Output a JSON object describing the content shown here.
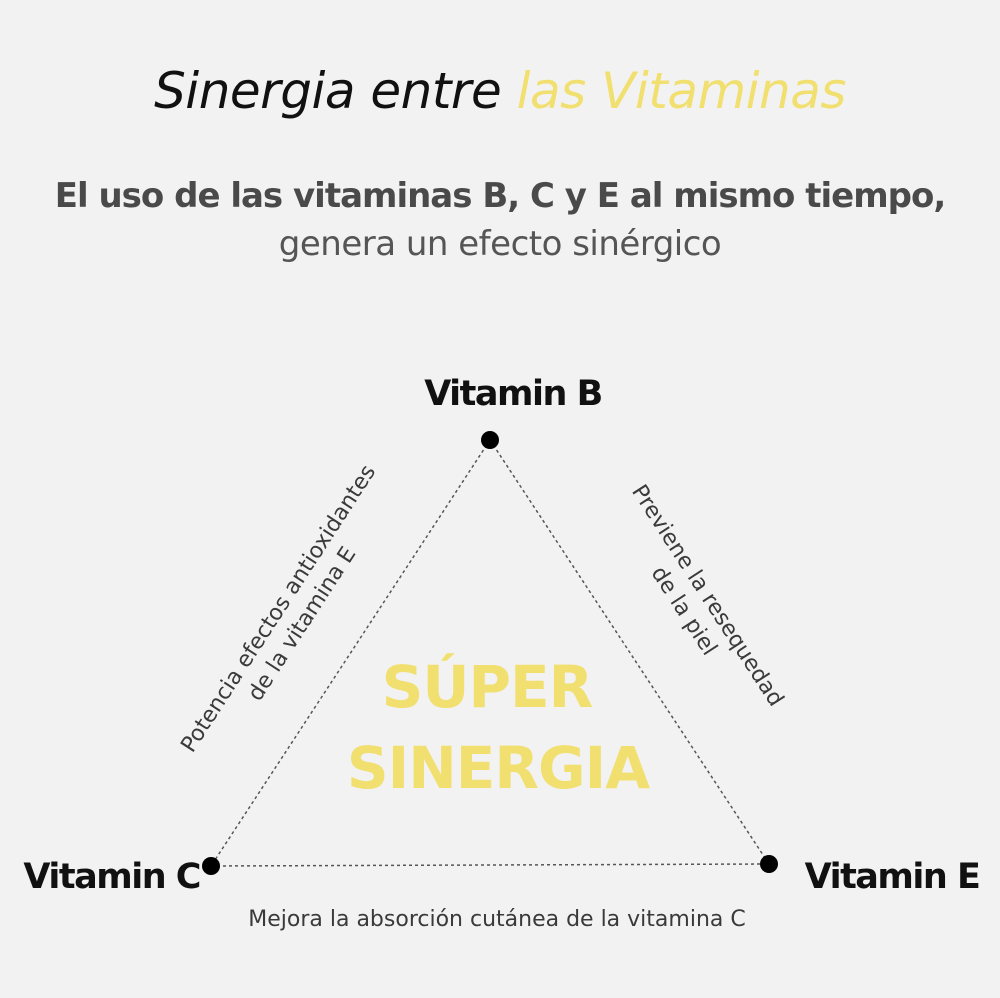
{
  "header": {
    "title_part1": "Sinergia entre ",
    "title_part2": "las Vitaminas",
    "subtitle_line1": "El uso de  las vitaminas B, C y E al mismo tiempo,",
    "subtitle_line2": "genera un efecto sinérgico"
  },
  "diagram": {
    "nodes": {
      "b": "Vitamin B",
      "c": "Vitamin C",
      "e": "Vitamin E"
    },
    "edges": {
      "bc_line1": "Potencia efectos antioxidantes",
      "bc_line2": "de la vitamina E",
      "be_line1": "Previene la resequedad",
      "be_line2": "de la piel",
      "ce": "Mejora la absorción cutánea de la vitamina C"
    },
    "center_line1": "SÚPER",
    "center_line2": "SINERGIA"
  },
  "colors": {
    "accent": "#f1df6f",
    "text_dark": "#111111",
    "text_gray": "#4a4a4a",
    "background": "#f2f2f2"
  }
}
